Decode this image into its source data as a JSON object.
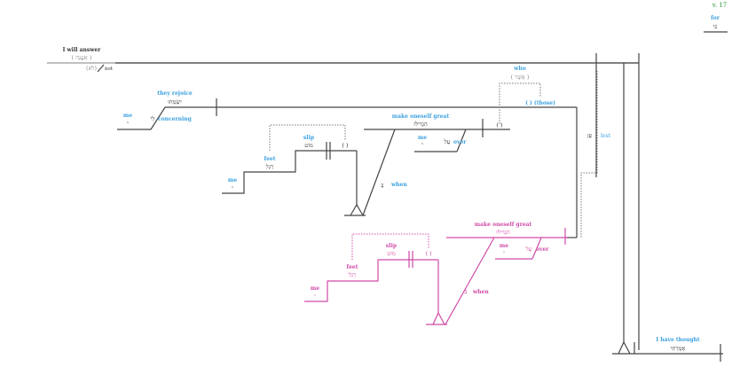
{
  "verse": {
    "label": "v. 17",
    "color": "#2a9a3a"
  },
  "conjunction_for": {
    "english": "for",
    "hebrew": "כִּי"
  },
  "main_clause": {
    "verb_english": "I will answer",
    "verb_hebrew": "( אֶעֱנֶה )",
    "negation_hebrew": "(לֹא)",
    "negation_english": "not"
  },
  "rejoice_clause": {
    "verb_english": "they rejoice",
    "verb_hebrew": "יִשְׂמְחוּ",
    "object_english": "me",
    "object_hebrew": "י",
    "prep_hebrew": "לִי",
    "prep_english": "concerning"
  },
  "relative": {
    "english": "who",
    "hebrew": "( אֲשֶׁר )",
    "subject_label": "( ) (those)",
    "placeholder": "( )"
  },
  "black_clause": {
    "verb_english": "make oneself great",
    "verb_hebrew": "הִגְדִּילוּ",
    "object_english": "me",
    "object_hebrew": "י",
    "prep_hebrew": "עַל",
    "prep_english": "over",
    "placeholder": "( )",
    "slip_english": "slip",
    "slip_hebrew": "מוֹט",
    "feet_english": "feet",
    "feet_hebrew": "רַגְלִ",
    "me_english": "me",
    "me_hebrew": "י",
    "when_hebrew": "בְּ",
    "when_english": "when"
  },
  "lest": {
    "hebrew": "פֶּן",
    "english": "lest"
  },
  "pink_clause": {
    "color": "#d04aa8",
    "verb_english": "make oneself great",
    "verb_hebrew": "הִגְדִּילוּ",
    "object_english": "me",
    "object_hebrew": "י",
    "prep_hebrew": "עַל",
    "prep_english": "over",
    "placeholder": "( )",
    "slip_english": "slip",
    "slip_hebrew": "מוֹט",
    "feet_english": "feet",
    "feet_hebrew": "רַגְלִ",
    "me_english": "me",
    "me_hebrew": "י",
    "when_hebrew": "בְּ",
    "when_english": "when"
  },
  "final_clause": {
    "verb_english": "I have thought",
    "verb_hebrew": "אָמַרְתִּי"
  }
}
